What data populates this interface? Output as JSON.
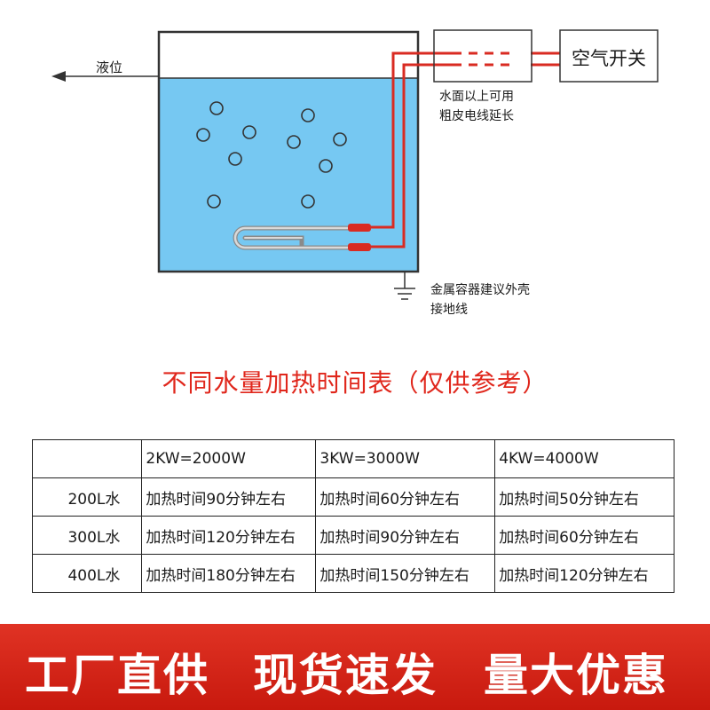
{
  "diagram": {
    "liquid_level_label": "液位",
    "extension_note": [
      "水面以上可用",
      "粗皮电线延长"
    ],
    "switch_label": "空气开关",
    "ground_note": [
      "金属容器建议外壳",
      "接地线"
    ],
    "colors": {
      "water": "#76c8f2",
      "wire": "#d92b22",
      "outline": "#333333"
    }
  },
  "table": {
    "title": "不同水量加热时间表（仅供参考）",
    "columns": [
      "",
      "2KW=2000W",
      "3KW=3000W",
      "4KW=4000W"
    ],
    "rows": [
      {
        "volume": "200L水",
        "cells": [
          "加热时间90分钟左右",
          "加热时间60分钟左右",
          "加热时间50分钟左右"
        ]
      },
      {
        "volume": "300L水",
        "cells": [
          "加热时间120分钟左右",
          "加热时间90分钟左右",
          "加热时间60分钟左右"
        ]
      },
      {
        "volume": "400L水",
        "cells": [
          "加热时间180分钟左右",
          "加热时间150分钟左右",
          "加热时间120分钟左右"
        ]
      }
    ]
  },
  "banner": {
    "slogans": [
      "工厂直供",
      "现货速发",
      "量大优惠"
    ],
    "color": "#d8261a"
  }
}
